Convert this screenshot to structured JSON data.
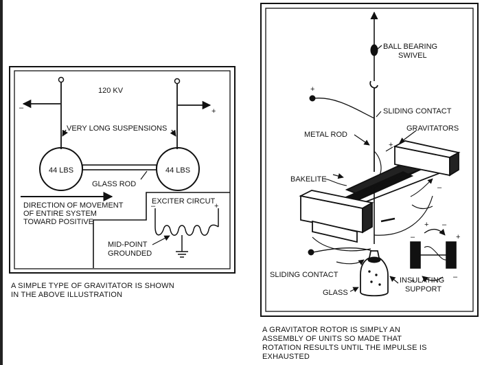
{
  "left_figure": {
    "voltage": "120 KV",
    "minus_sign": "–",
    "plus_sign": "+",
    "suspensions_label": "VERY LONG SUSPENSIONS",
    "weight_left": "44 LBS",
    "weight_right": "44 LBS",
    "glass_rod_label": "GLASS ROD",
    "direction_label": [
      "DIRECTION OF MOVEMENT",
      "OF ENTIRE SYSTEM",
      "TOWARD POSITIVE"
    ],
    "exciter_label": "EXCITER CIRCUT",
    "exciter_minus": "–",
    "exciter_plus": "+",
    "midpoint_label": [
      "MID-POINT",
      "GROUNDED"
    ],
    "caption": [
      "A SIMPLE TYPE OF GRAVITATOR IS SHOWN",
      "IN THE ABOVE ILLUSTRATION"
    ]
  },
  "right_figure": {
    "ball_bearing_label": [
      "BALL BEARING",
      "SWIVEL"
    ],
    "top_plus": "+",
    "sliding_contact_top": "SLIDING CONTACT",
    "metal_rod_label": "METAL ROD",
    "gravitators_label": "GRAVITATORS",
    "bakelite_label": "BAKELITE",
    "sliding_contact_bottom": "SLIDING CONTACT",
    "glass_label": "GLASS",
    "insulating_support_label": [
      "INSULATING",
      "SUPPORT"
    ],
    "rotor_signs": [
      "+",
      "–",
      "–",
      "–",
      "+",
      "–",
      "+",
      "+",
      "–"
    ],
    "caption": [
      "A GRAVITATOR ROTOR IS SIMPLY AN",
      "ASSEMBLY OF UNITS SO MADE THAT",
      "ROTATION RESULTS UNTIL THE IMPULSE IS",
      "EXHAUSTED"
    ]
  },
  "colors": {
    "ink": "#111111",
    "paper": "#ffffff"
  }
}
